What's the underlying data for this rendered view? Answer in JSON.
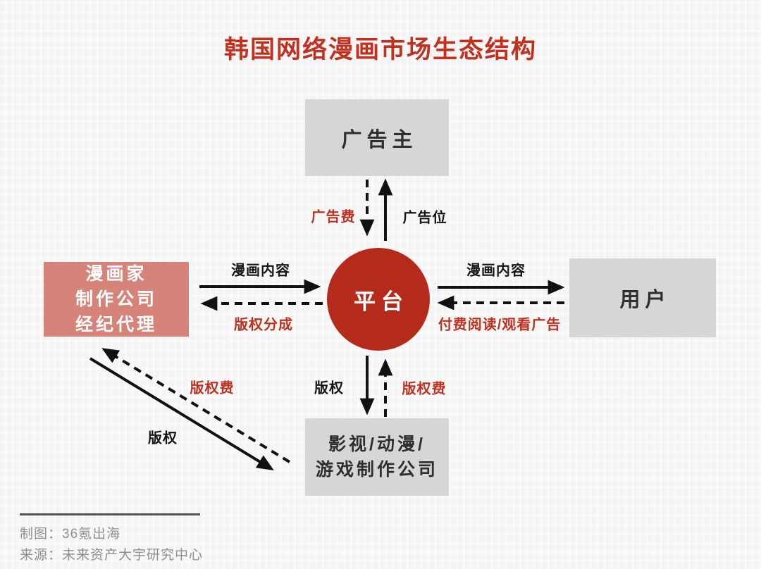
{
  "title": "韩国网络漫画市场生态结构",
  "colors": {
    "title_red": "#c23120",
    "circle_red": "#b42a1b",
    "left_box": "#d6837a",
    "gray_box": "#d6d6d6",
    "label_red": "#bb3220",
    "label_dark": "#151515",
    "footer_gray": "#8f8f8f"
  },
  "nodes": {
    "advertiser": {
      "label": "广告主"
    },
    "creators": {
      "lines": [
        "漫画家",
        "制作公司",
        "经纪代理"
      ]
    },
    "platform": {
      "label": "平台"
    },
    "users": {
      "label": "用户"
    },
    "producers": {
      "lines": [
        "影视/动漫/",
        "游戏制作公司"
      ]
    }
  },
  "edges": [
    {
      "label": "广告费",
      "from": "advertiser",
      "to": "platform",
      "style": "dashed",
      "color": "red"
    },
    {
      "label": "广告位",
      "from": "platform",
      "to": "advertiser",
      "style": "solid",
      "color": "dark"
    },
    {
      "label": "漫画内容",
      "from": "creators",
      "to": "platform",
      "style": "solid",
      "color": "dark"
    },
    {
      "label": "版权分成",
      "from": "platform",
      "to": "creators",
      "style": "dashed",
      "color": "red"
    },
    {
      "label": "漫画内容",
      "from": "platform",
      "to": "users",
      "style": "solid",
      "color": "dark"
    },
    {
      "label": "付费阅读/观看广告",
      "from": "users",
      "to": "platform",
      "style": "dashed",
      "color": "red"
    },
    {
      "label": "版权",
      "from": "platform",
      "to": "producers",
      "style": "solid",
      "color": "dark"
    },
    {
      "label": "版权费",
      "from": "producers",
      "to": "platform",
      "style": "dashed",
      "color": "red"
    },
    {
      "label": "版权",
      "from": "creators",
      "to": "producers",
      "style": "solid",
      "color": "dark"
    },
    {
      "label": "版权费",
      "from": "producers",
      "to": "creators",
      "style": "dashed",
      "color": "red"
    }
  ],
  "footer": {
    "credit": "制图：36氪出海",
    "source": "来源：未来资产大宇研究中心"
  }
}
